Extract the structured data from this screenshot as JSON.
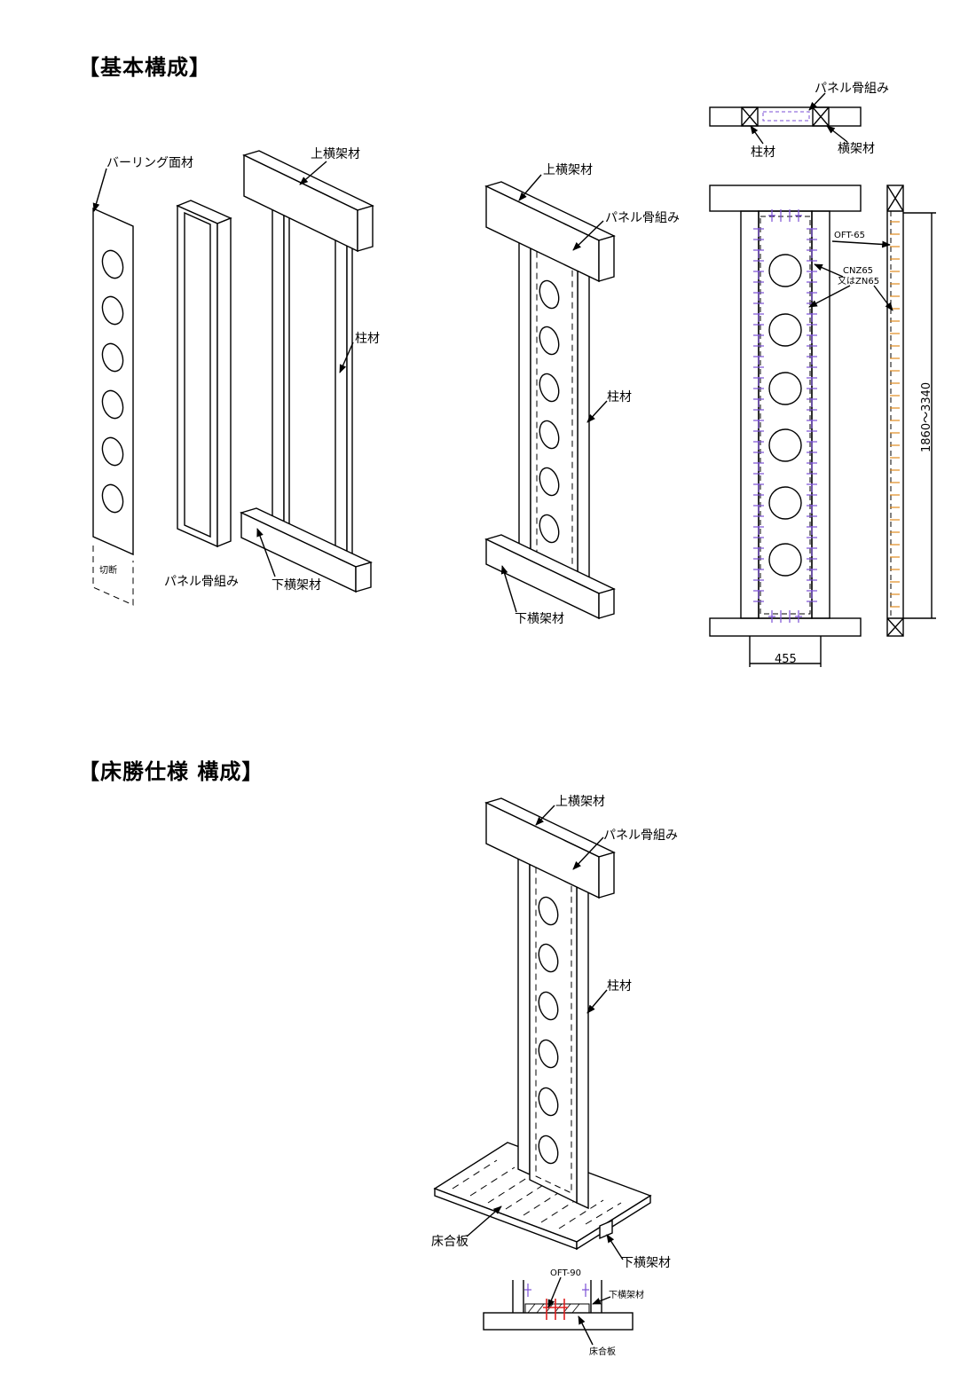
{
  "headings": {
    "basic": "【基本構成】",
    "floor": "【床勝仕様 構成】"
  },
  "labels": {
    "burring_panel": "バーリング面材",
    "cut": "切断",
    "panel_frame": "パネル骨組み",
    "upper_beam": "上横架材",
    "lower_beam": "下横架材",
    "column": "柱材",
    "beam": "横架材",
    "oft65": "OFT-65",
    "cnz65": "CNZ65",
    "zn65": "又はZN65",
    "height_range": "1860〜3340",
    "width": "455",
    "floor_board": "床合板",
    "oft90": "OFT-90"
  },
  "colors": {
    "screw_purple": "#7b4fd6",
    "nail_orange": "#e08a1e",
    "nail_red": "#e02020"
  }
}
